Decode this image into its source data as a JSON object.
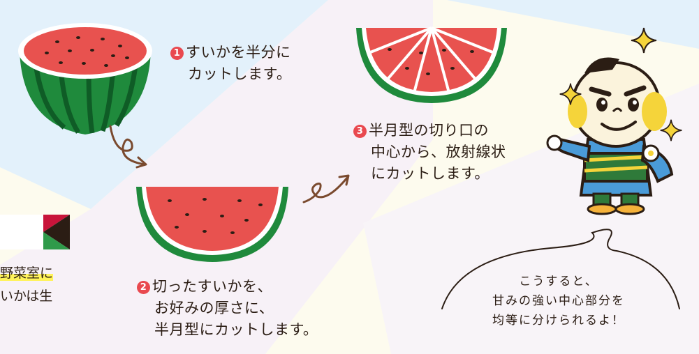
{
  "colors": {
    "background": "#fdfbee",
    "panel_blue": "#e3f1fb",
    "panel_pink": "#f7f1f7",
    "step_number": "#e9494f",
    "watermelon_flesh": "#e8524f",
    "rind_green": "#1f8a3c",
    "highlight": "#fff35a"
  },
  "steps": [
    {
      "number": "1",
      "line1": "すいかを半分に",
      "line2": "カットします。"
    },
    {
      "number": "2",
      "line1": "切ったすいかを、",
      "line2": "お好みの厚さに、",
      "line3": "半月型にカットします。"
    },
    {
      "number": "3",
      "line1": "半月型の切り口の",
      "line2": "中心から、放射線状",
      "line3": "にカットします。"
    }
  ],
  "note": {
    "line1": "こうすると、",
    "line2": "甘みの強い中心部分を",
    "line3": "均等に分けられるよ！"
  },
  "left_text": {
    "line1": "野菜室に",
    "line2": "いかは生"
  },
  "icons": [
    "half-watermelon-icon",
    "half-moon-slice-icon",
    "radial-cut-slice-icon",
    "curly-arrow-icon",
    "mascot-character-icon",
    "sparkle-icon"
  ]
}
